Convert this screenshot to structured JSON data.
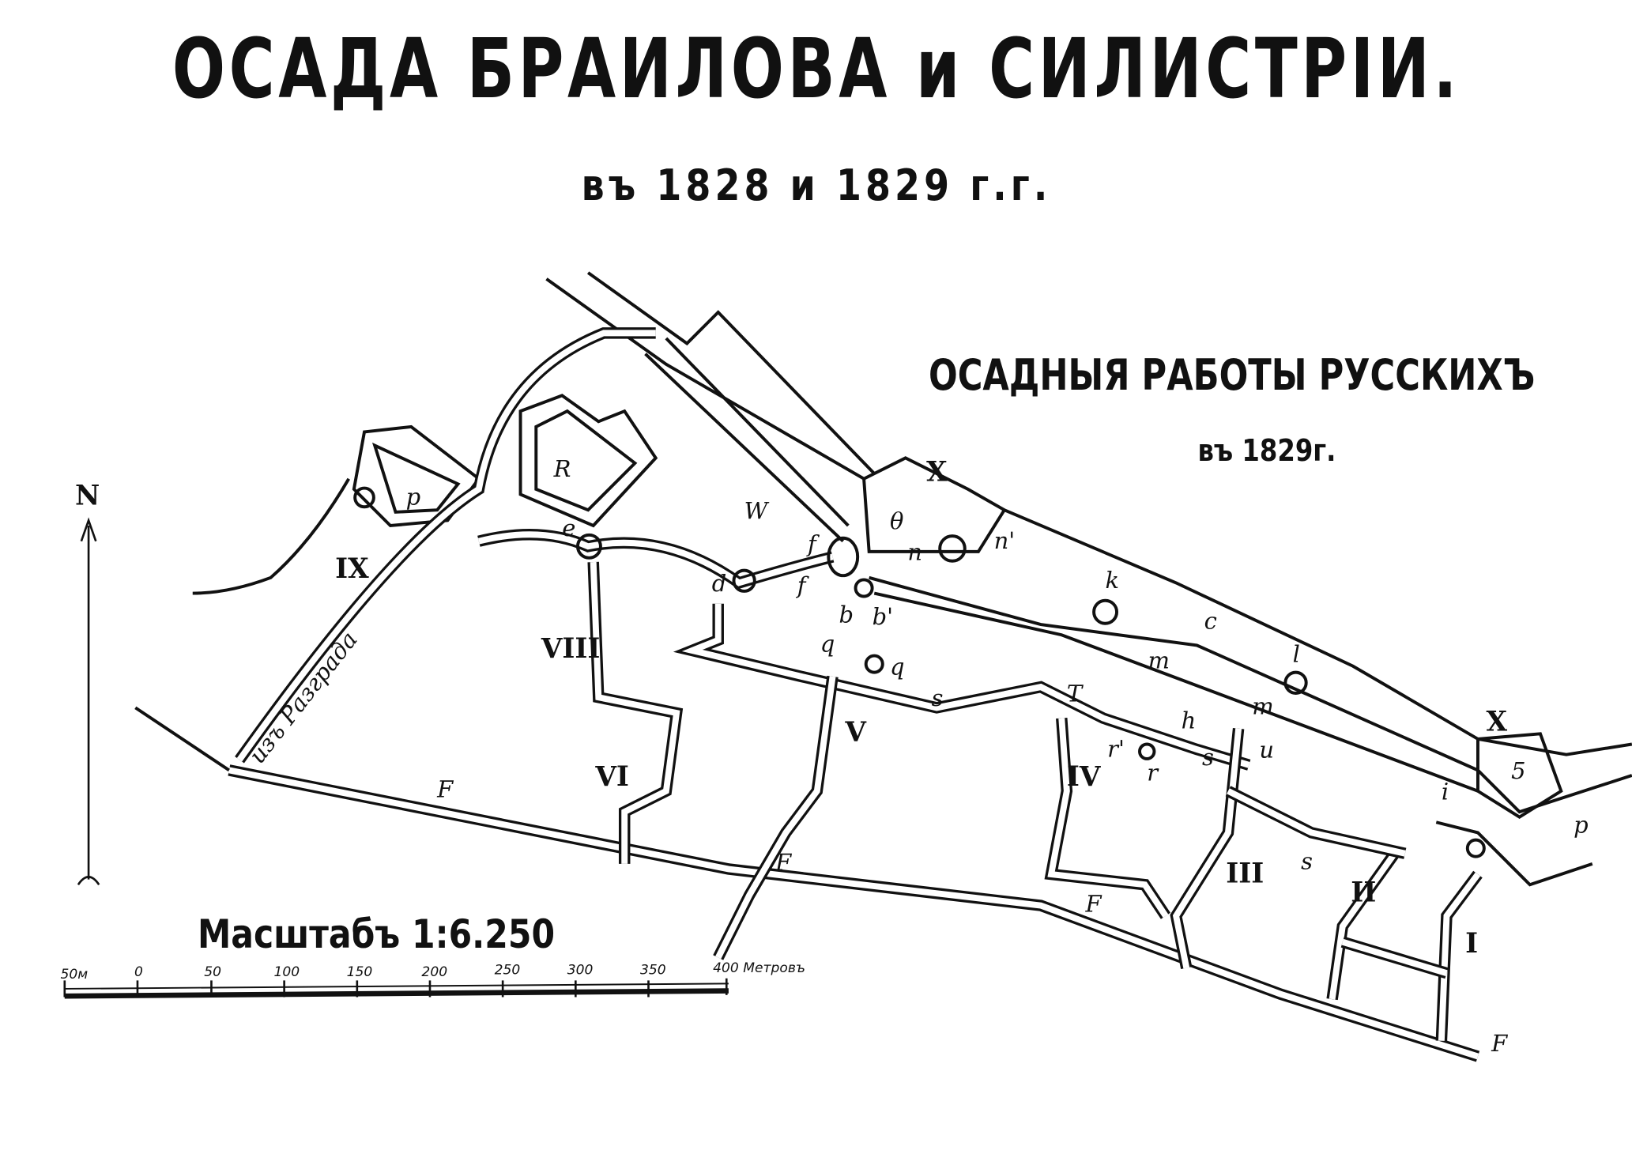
{
  "title": "ОСАДА БРАИЛОВА и СИЛИСТРІИ.",
  "subtitle": "въ 1828 и 1829 г.г.",
  "map_heading": "ОСАДНЫЯ РАБОТЫ РУССКИХЪ",
  "map_subheading": "въ 1829г.",
  "north": "N",
  "road_label": "изъ Разграда",
  "scale": {
    "title": "Масштабъ 1:6.250",
    "ticks": [
      "50м",
      "0",
      "50",
      "100",
      "150",
      "200",
      "250",
      "300",
      "350",
      "400 Метровъ"
    ]
  },
  "labels": {
    "roman": [
      "IX",
      "VIII",
      "VI",
      "V",
      "IV",
      "III",
      "II",
      "I",
      "X",
      "X"
    ],
    "letters": [
      "p",
      "R",
      "W",
      "e",
      "d",
      "f",
      "f",
      "b",
      "b'",
      "q",
      "q",
      "θ",
      "n",
      "n'",
      "k",
      "c",
      "l",
      "m",
      "m",
      "T",
      "h",
      "r'",
      "r",
      "s",
      "s",
      "s",
      "u",
      "5",
      "i",
      "p",
      "F",
      "F",
      "F",
      "F"
    ]
  }
}
